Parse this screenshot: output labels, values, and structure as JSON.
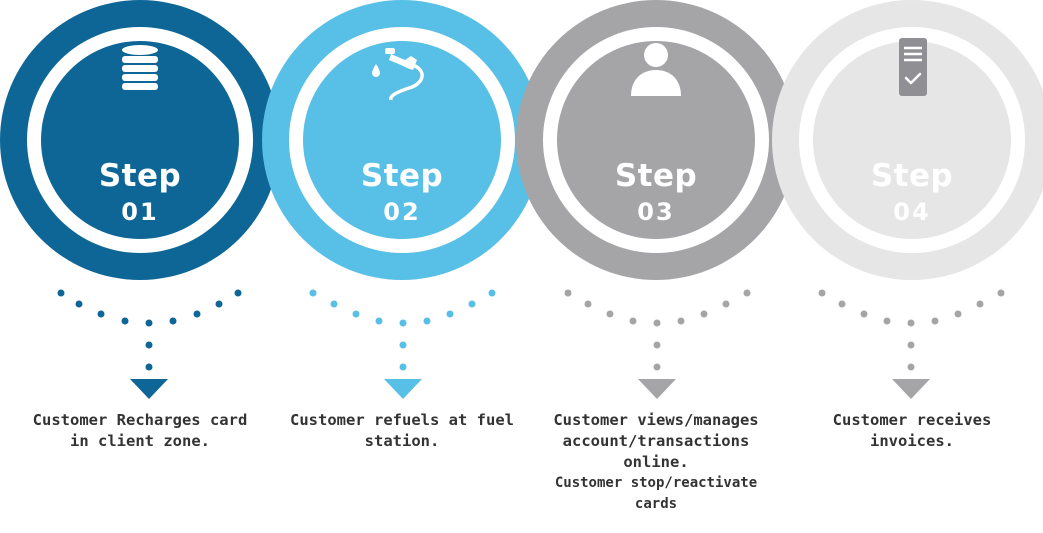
{
  "steps": [
    {
      "word": "Step",
      "number": "01",
      "icon": "coins-icon",
      "colors": {
        "outer": "#0d6696",
        "inner": "#0d6696",
        "text": "#ffffff",
        "dots": "#0d6696"
      },
      "caption_lines": [
        "Customer Recharges card",
        "in client zone."
      ]
    },
    {
      "word": "Step",
      "number": "02",
      "icon": "fuel-nozzle-icon",
      "colors": {
        "outer": "#58bfe6",
        "inner": "#58bfe6",
        "text": "#ffffff",
        "dots": "#58bfe6"
      },
      "caption_lines": [
        "Customer refuels at fuel",
        "station."
      ]
    },
    {
      "word": "Step",
      "number": "03",
      "icon": "user-icon",
      "colors": {
        "outer": "#a5a5a8",
        "inner": "#a5a5a8",
        "text": "#ffffff",
        "dots": "#a5a5a8"
      },
      "caption_lines": [
        "Customer views/manages",
        "account/transactions",
        "online.",
        "Customer stop/reactivate",
        "cards"
      ]
    },
    {
      "word": "Step",
      "number": "04",
      "icon": "invoice-document-icon",
      "colors": {
        "outer": "#e6e6e7",
        "inner": "#e6e6e7",
        "text": "#ffffff",
        "dots": "#a5a5a8"
      },
      "caption_lines": [
        "Customer receives",
        "invoices."
      ]
    }
  ]
}
